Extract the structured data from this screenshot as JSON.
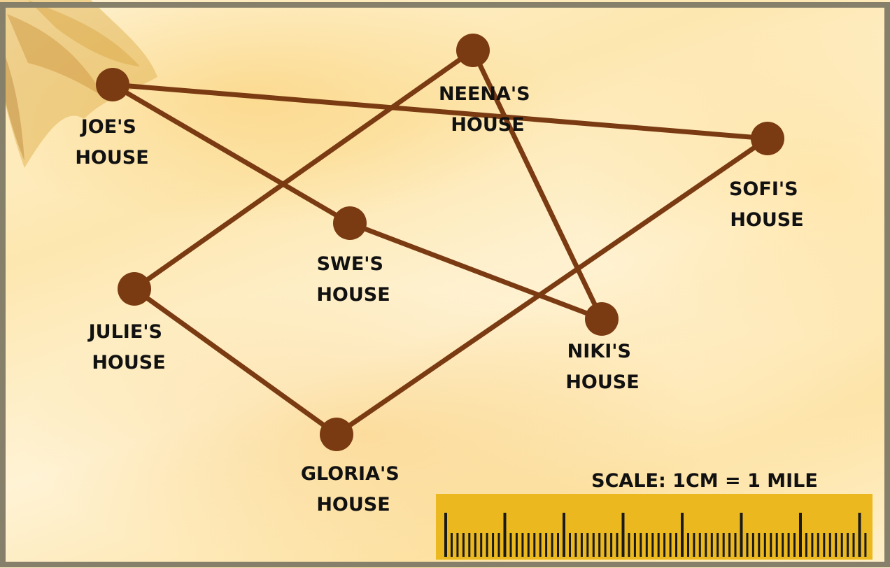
{
  "houses": [
    {
      "id": "joe",
      "line1": "JOE'S",
      "line2": "HOUSE"
    },
    {
      "id": "neena",
      "line1": "NEENA'S",
      "line2": "HOUSE"
    },
    {
      "id": "sofi",
      "line1": "SOFI'S",
      "line2": "HOUSE"
    },
    {
      "id": "swe",
      "line1": "SWE'S",
      "line2": "HOUSE"
    },
    {
      "id": "julie",
      "line1": "JULIE'S",
      "line2": "HOUSE"
    },
    {
      "id": "niki",
      "line1": "NIKI'S",
      "line2": "HOUSE"
    },
    {
      "id": "gloria",
      "line1": "GLORIA'S",
      "line2": "HOUSE"
    }
  ],
  "paths": [
    [
      "joe",
      "sofi"
    ],
    [
      "joe",
      "swe"
    ],
    [
      "swe",
      "niki"
    ],
    [
      "neena",
      "niki"
    ],
    [
      "neena",
      "julie"
    ],
    [
      "julie",
      "gloria"
    ],
    [
      "gloria",
      "sofi"
    ]
  ],
  "scale": {
    "label": "SCALE: 1CM = 1 MILE"
  },
  "colors": {
    "node": "#7a3a12",
    "edge": "#7a3a12",
    "text": "#111111",
    "ruler": "#ebb91f",
    "tick": "#1a1a1a",
    "frame": "#86806a"
  }
}
